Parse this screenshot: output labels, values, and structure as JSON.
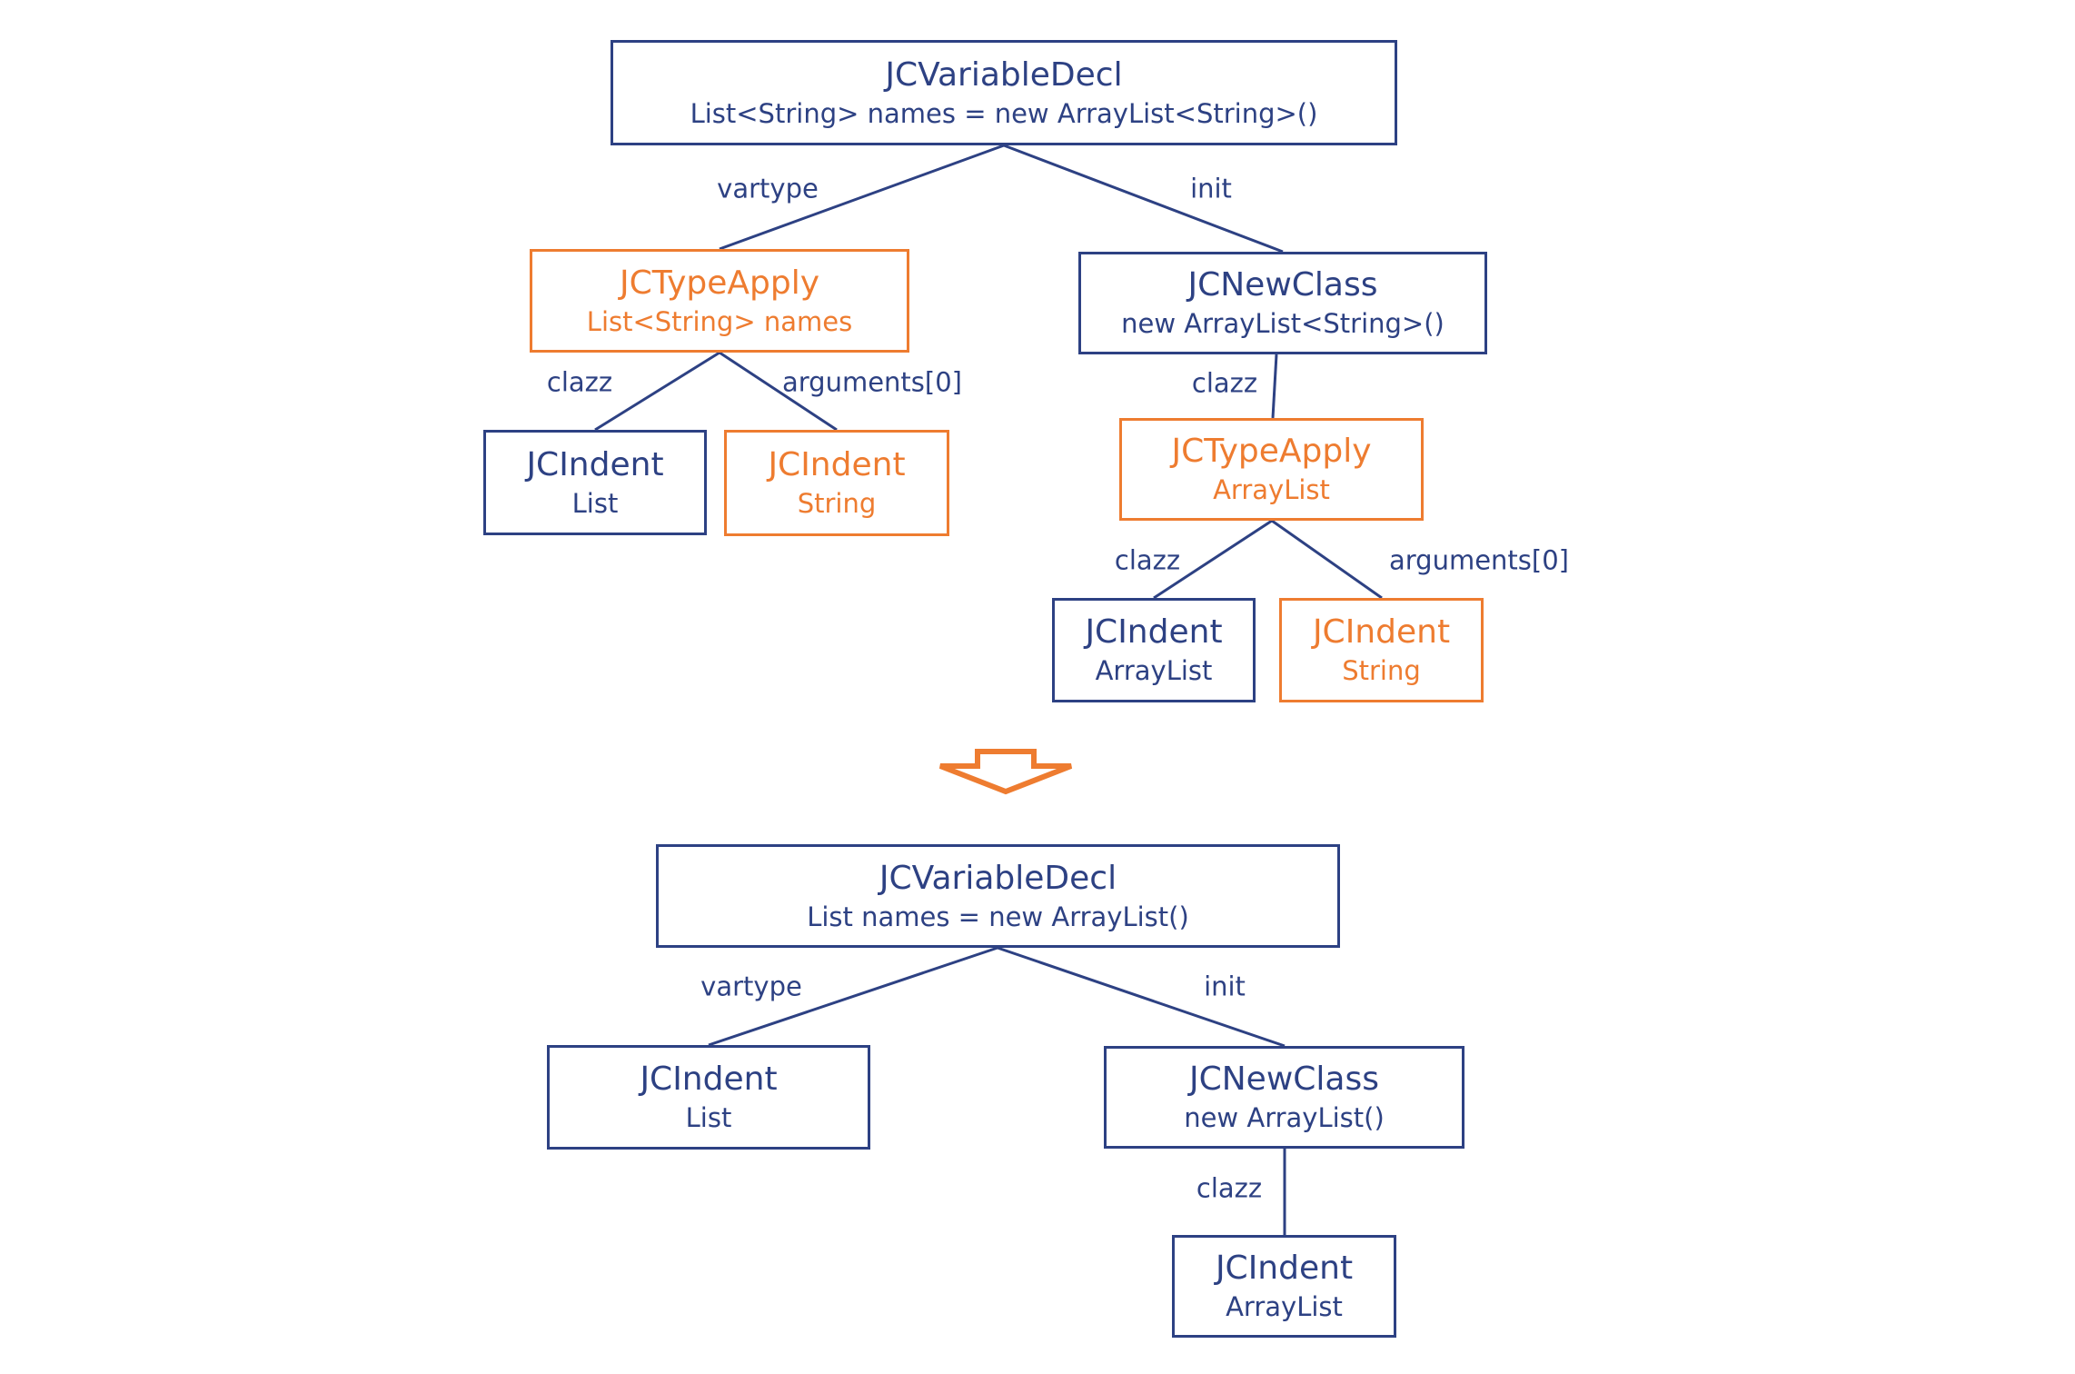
{
  "colors": {
    "navy": "#2d4183",
    "orange": "#ee7c30",
    "background": "#ffffff"
  },
  "before_tree": {
    "root": {
      "title": "JCVariableDecl",
      "subtitle": "List<String> names = new ArrayList<String>()",
      "color": "navy"
    },
    "vartype_child": {
      "title": "JCTypeApply",
      "subtitle": "List<String> names",
      "color": "orange"
    },
    "init_child": {
      "title": "JCNewClass",
      "subtitle": "new ArrayList<String>()",
      "color": "navy"
    },
    "vartype_clazz_child": {
      "title": "JCIndent",
      "subtitle": "List",
      "color": "navy"
    },
    "vartype_arg_child": {
      "title": "JCIndent",
      "subtitle": "String",
      "color": "orange"
    },
    "init_clazz_child": {
      "title": "JCTypeApply",
      "subtitle": "ArrayList",
      "color": "orange"
    },
    "inner_clazz_child": {
      "title": "JCIndent",
      "subtitle": "ArrayList",
      "color": "navy"
    },
    "inner_arg_child": {
      "title": "JCIndent",
      "subtitle": "String",
      "color": "orange"
    },
    "edge_labels": {
      "vartype": "vartype",
      "init": "init",
      "clazz_left": "clazz",
      "arguments_left": "arguments[0]",
      "clazz_mid": "clazz",
      "clazz_inner": "clazz",
      "arguments_inner": "arguments[0]"
    }
  },
  "transform_arrow": {
    "icon": "down-arrow",
    "color": "#ee7c30"
  },
  "after_tree": {
    "root": {
      "title": "JCVariableDecl",
      "subtitle": "List names = new ArrayList()",
      "color": "navy"
    },
    "vartype_child": {
      "title": "JCIndent",
      "subtitle": "List",
      "color": "navy"
    },
    "init_child": {
      "title": "JCNewClass",
      "subtitle": "new ArrayList()",
      "color": "navy"
    },
    "clazz_child": {
      "title": "JCIndent",
      "subtitle": "ArrayList",
      "color": "navy"
    },
    "edge_labels": {
      "vartype": "vartype",
      "init": "init",
      "clazz": "clazz"
    }
  }
}
